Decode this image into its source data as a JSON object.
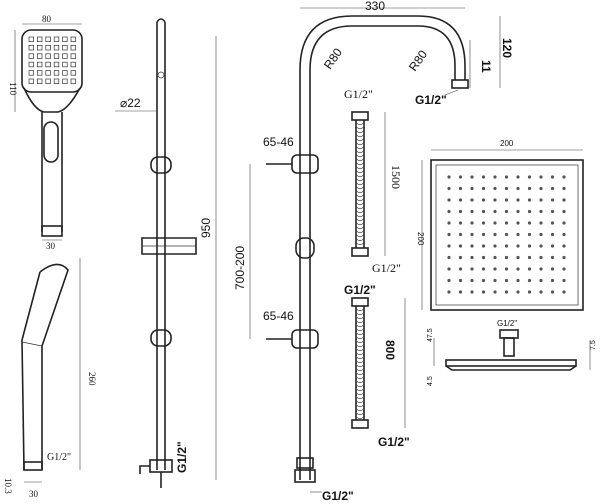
{
  "labels": {
    "hs_width": "80",
    "hs_height": "110",
    "hs_base": "30",
    "hs_side_base": "30",
    "hs_side_thick": "10.3",
    "hs_side_height": "260",
    "hs_side_thread": "G1/2\"",
    "rail_diameter": "⌀22",
    "rail_thread": "G1/2\"",
    "arm_width": "330",
    "arm_r_left": "R80",
    "arm_r_right": "R80",
    "arm_11": "11",
    "arm_120": "120",
    "arm_thread": "G1/2\"",
    "total_height": "950",
    "adj_range": "700-200",
    "clamp_top": "65-46",
    "clamp_bottom": "65-46",
    "bottom_thread": "G1/2\"",
    "hose1_top_thread": "G1/2\"",
    "hose1_length": "1500",
    "hose1_bottom_thread": "G1/2\"",
    "hose2_top_thread": "G1/2\"",
    "hose2_length": "800",
    "hose2_bottom_thread": "G1/2\"",
    "head_width": "200",
    "head_height": "200",
    "head_side_thread": "G1/2\"",
    "head_side_475": "47.5",
    "head_side_45": "4.5",
    "head_side_75": "7.5"
  },
  "icons": {
    "hand_shower_front": "hand-shower-front-icon",
    "hand_shower_side": "hand-shower-side-icon",
    "slide_rail": "slide-rail-icon",
    "shower_column": "shower-column-icon",
    "hose": "hose-icon",
    "square_head": "square-shower-head-icon"
  }
}
